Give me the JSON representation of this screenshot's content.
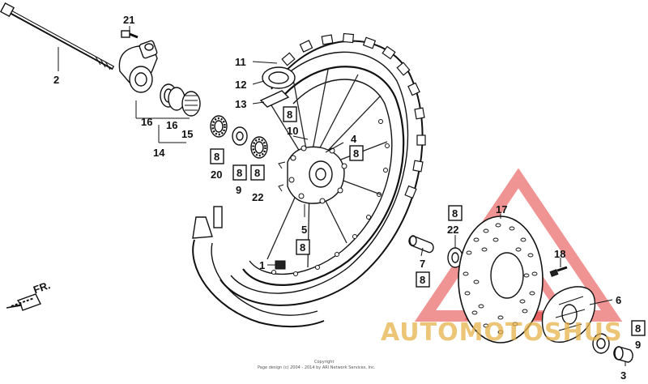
{
  "callouts": {
    "c1": "1",
    "c2": "2",
    "c3": "3",
    "c4": "4",
    "c5": "5",
    "c6": "6",
    "c7": "7",
    "c9a": "9",
    "c9b": "9",
    "c10": "10",
    "c11": "11",
    "c12": "12",
    "c13": "13",
    "c14": "14",
    "c15": "15",
    "c16a": "16",
    "c16b": "16",
    "c17": "17",
    "c18": "18",
    "c20": "20",
    "c21": "21",
    "c22a": "22",
    "c22b": "22"
  },
  "boxed": {
    "b10": "8",
    "b4": "8",
    "b20": "8",
    "b9": "8",
    "b22": "8",
    "b5": "8",
    "b22r": "8",
    "b7": "8",
    "b9r": "8"
  },
  "direction_label": "FR.",
  "watermark": "AUTOMOTOSHUS",
  "copyright": {
    "line1": "Copyright",
    "line2": "Page design (c) 2004 - 2014 by ARI Network Services, Inc."
  },
  "colors": {
    "ink": "#111111",
    "watermark_red": "#e23b3b",
    "watermark_gold": "#e8b24a"
  }
}
